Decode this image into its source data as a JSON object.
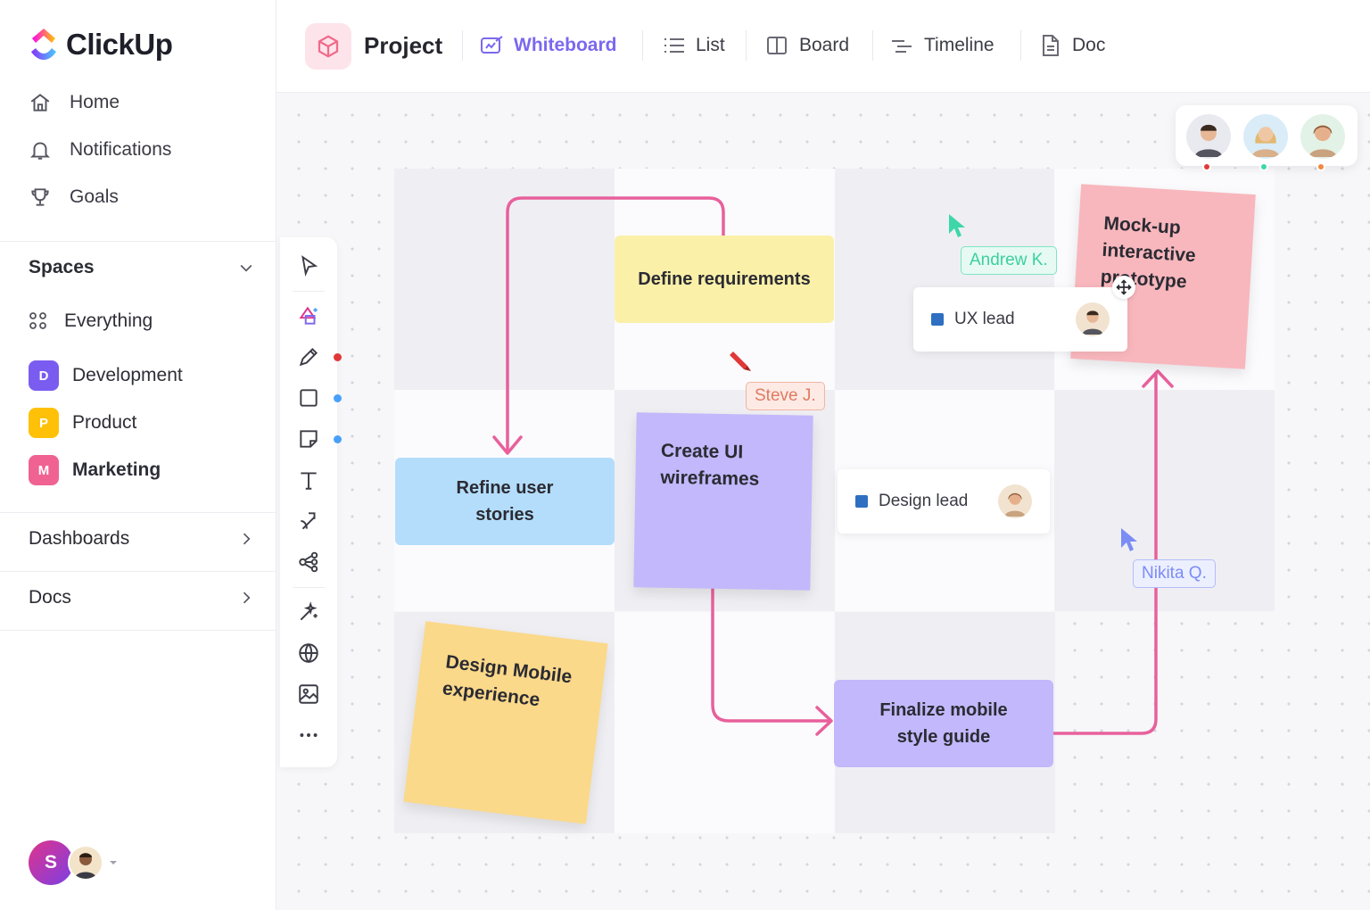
{
  "app": {
    "name": "ClickUp"
  },
  "sidebar": {
    "nav": [
      {
        "label": "Home",
        "icon": "home-icon"
      },
      {
        "label": "Notifications",
        "icon": "bell-icon"
      },
      {
        "label": "Goals",
        "icon": "trophy-icon"
      }
    ],
    "spaces_label": "Spaces",
    "spaces": [
      {
        "label": "Everything",
        "icon": "grid-icon"
      },
      {
        "label": "Development",
        "badge": "D",
        "color": "#7b5cf0"
      },
      {
        "label": "Product",
        "badge": "P",
        "color": "#ffc107"
      },
      {
        "label": "Marketing",
        "badge": "M",
        "color": "#f06292"
      }
    ],
    "dashboards_label": "Dashboards",
    "docs_label": "Docs",
    "user_initial": "S"
  },
  "topbar": {
    "project_label": "Project",
    "tabs": [
      {
        "label": "Whiteboard",
        "icon": "whiteboard-icon",
        "active": true
      },
      {
        "label": "List",
        "icon": "list-icon"
      },
      {
        "label": "Board",
        "icon": "board-icon"
      },
      {
        "label": "Timeline",
        "icon": "timeline-icon"
      },
      {
        "label": "Doc",
        "icon": "doc-icon"
      }
    ]
  },
  "whiteboard": {
    "cards": {
      "define": "Define requirements",
      "refine": "Refine user stories",
      "wireframes": "Create UI wireframes",
      "finalize": "Finalize mobile style guide",
      "mockup": "Mock-up interactive prototype",
      "mobile": "Design Mobile experience"
    },
    "roles": {
      "ux": "UX lead",
      "design": "Design lead"
    },
    "cursors": {
      "andrew": "Andrew K.",
      "steve": "Steve J.",
      "nikita": "Nikita Q."
    }
  },
  "colors": {
    "accent": "#7b68ee",
    "arrow": "#e8609c",
    "yellow": "#faf0a8",
    "blue": "#b4ddfb",
    "purple": "#c2b8fb",
    "pink": "#f8b7bd",
    "orange": "#fbd98a"
  }
}
